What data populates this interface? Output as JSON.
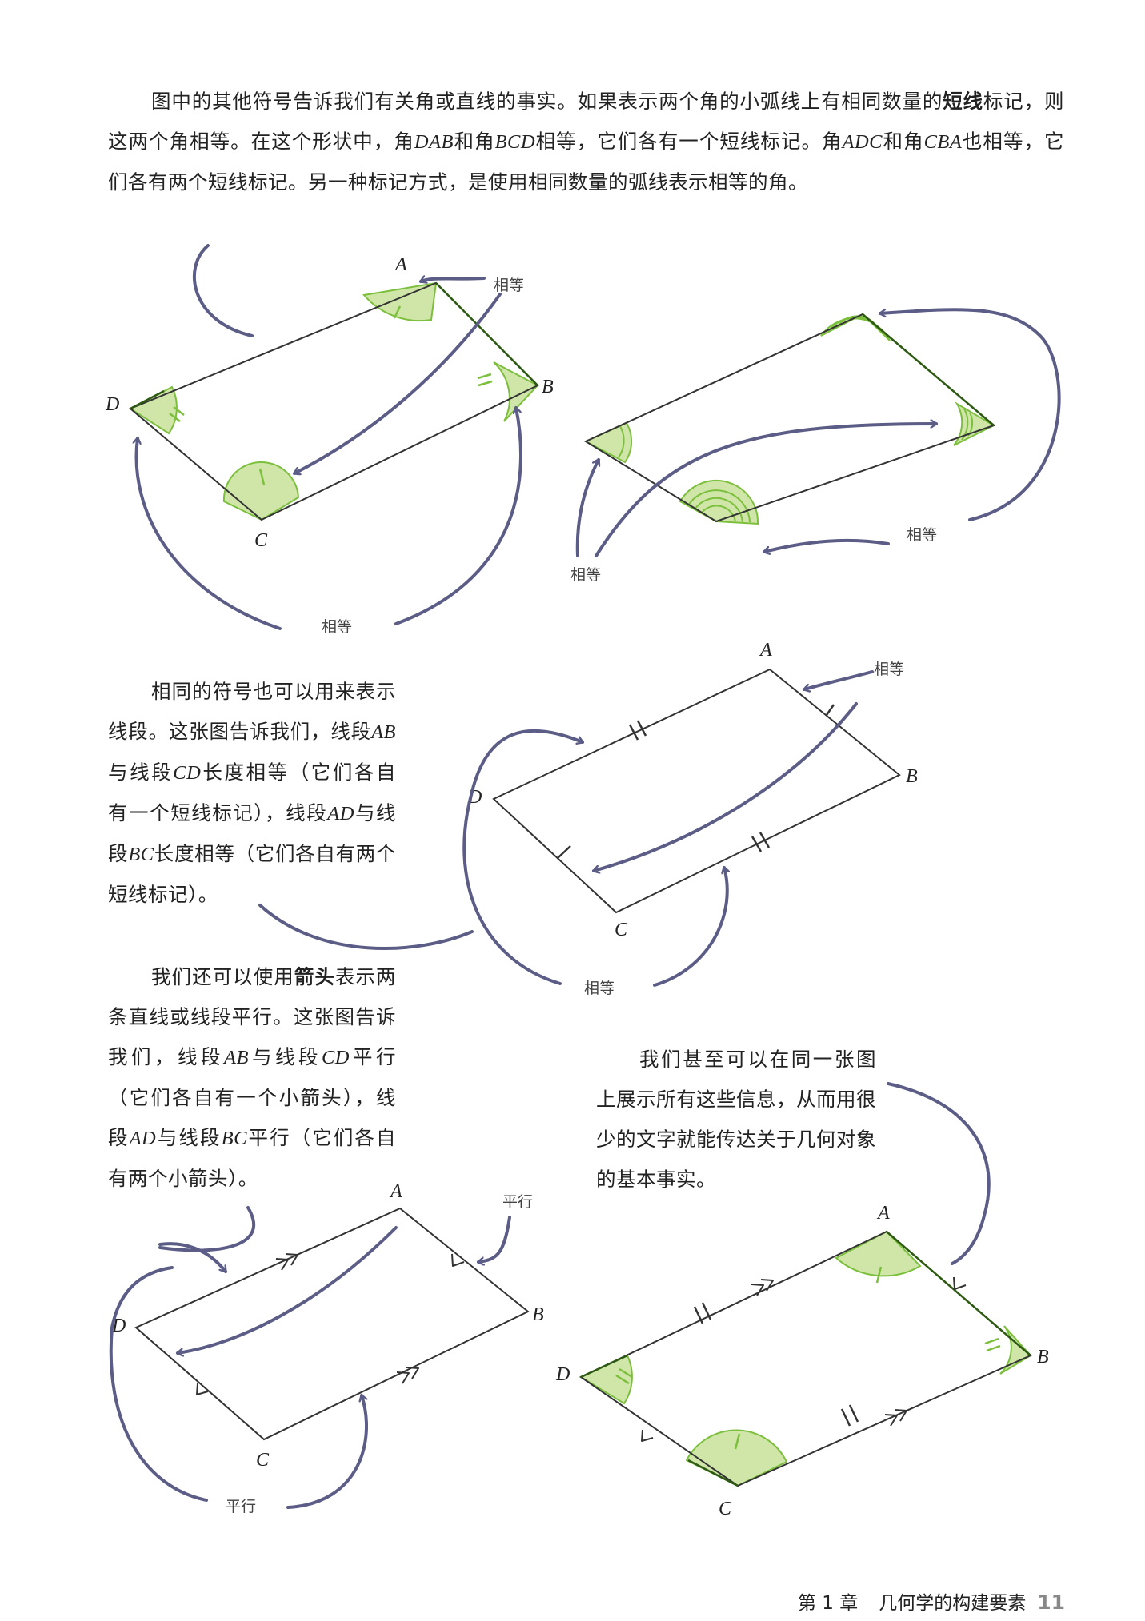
{
  "paragraphs": {
    "p1": {
      "t1": "图中的其他符号告诉我们有关角或直线的事实。如果表示两个角的小弧线上有相同数量的",
      "b1": "短线",
      "t2": "标记，则这两个角相等。在这个形状中，角",
      "i1": "DAB",
      "t3": "和角",
      "i2": "BCD",
      "t4": "相等，它们各有一个短线标记。角",
      "i3": "ADC",
      "t5": "和角",
      "i4": "CBA",
      "t6": "也相等，它们各有两个短线标记。另一种标记方式，是使用相同数量的弧线表示相等的角。"
    },
    "p2": {
      "t1": "相同的符号也可以用来表示线段。这张图告诉我们，线段",
      "i1": "AB",
      "t2": "与线段",
      "i2": "CD",
      "t3": "长度相等（它们各自有一个短线标记），线段",
      "i3": "AD",
      "t4": "与线段",
      "i4": "BC",
      "t5": "长度相等（它们各自有两个短线标记）。"
    },
    "p3": {
      "t1": "我们还可以使用",
      "b1": "箭头",
      "t2": "表示两条直线或线段平行。这张图告诉我们，线段",
      "i1": "AB",
      "t3": "与线段",
      "i2": "CD",
      "t4": "平行（它们各自有一个小箭头），线段",
      "i3": "AD",
      "t5": "与线段",
      "i4": "BC",
      "t6": "平行（它们各自有两个小箭头）。"
    },
    "p4": {
      "t1": "我们甚至可以在同一张图上展示所有这些信息，从而用很少的文字就能传达关于几何对象的基本事实。"
    }
  },
  "labels": {
    "A": "A",
    "B": "B",
    "C": "C",
    "D": "D"
  },
  "notes": {
    "equal": "相等",
    "parallel": "平行"
  },
  "footer": {
    "chapter": "第 1 章",
    "title": "几何学的构建要素",
    "page": "11"
  },
  "colors": {
    "angle_fill": "#cfe6a8",
    "angle_stroke": "#7cbf3d",
    "arrow": "#5c5d86",
    "shape_line": "#3a3a3a",
    "emph_line": "#2d5a12"
  }
}
